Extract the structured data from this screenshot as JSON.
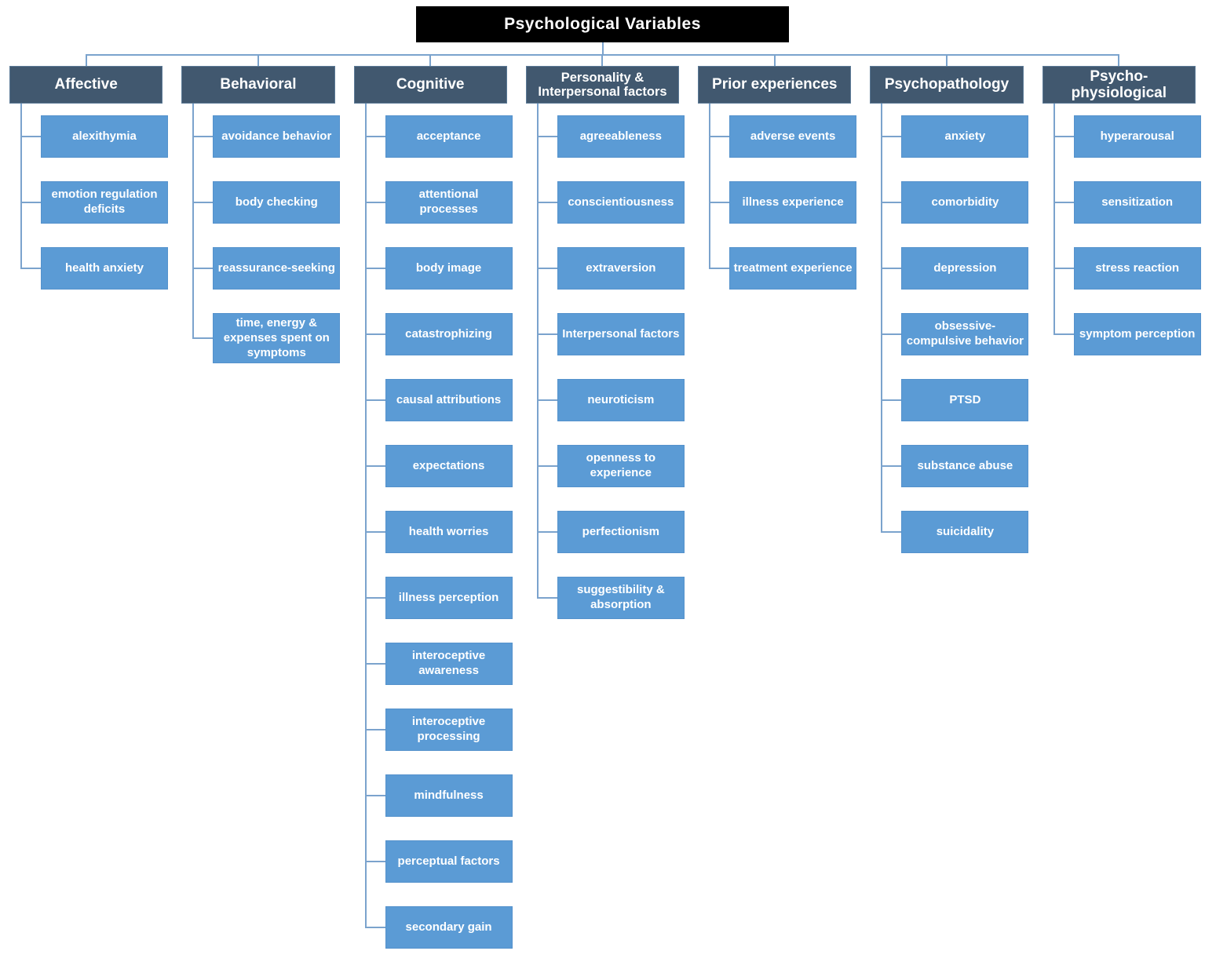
{
  "title": "Psychological Variables",
  "colors": {
    "title_bg": "#000000",
    "header_bg": "#41586f",
    "header_border": "#5c7a96",
    "item_bg": "#5b9bd5",
    "item_border": "#5592cc",
    "connector": "#7ba3cd",
    "text": "#ffffff"
  },
  "chart_type": "tree-diagram",
  "columns": [
    {
      "label": "Affective",
      "items": [
        "alexithymia",
        "emotion regulation deficits",
        "health anxiety"
      ]
    },
    {
      "label": "Behavioral",
      "items": [
        "avoidance behavior",
        "body checking",
        "reassurance-seeking",
        "time, energy & expenses spent on symptoms"
      ]
    },
    {
      "label": "Cognitive",
      "items": [
        "acceptance",
        "attentional processes",
        "body image",
        "catastrophizing",
        "causal attributions",
        "expectations",
        "health worries",
        "illness perception",
        "interoceptive awareness",
        "interoceptive processing",
        "mindfulness",
        "perceptual factors",
        "secondary gain"
      ]
    },
    {
      "label": "Personality & Interpersonal factors",
      "items": [
        "agreeableness",
        "conscientiousness",
        "extraversion",
        "Interpersonal factors",
        "neuroticism",
        "openness to experience",
        "perfectionism",
        "suggestibility & absorption"
      ]
    },
    {
      "label": "Prior experiences",
      "items": [
        "adverse events",
        "illness experience",
        "treatment experience"
      ]
    },
    {
      "label": "Psychopathology",
      "items": [
        "anxiety",
        "comorbidity",
        "depression",
        "obsessive-compulsive behavior",
        "PTSD",
        "substance abuse",
        "suicidality"
      ]
    },
    {
      "label": "Psycho-physiological",
      "items": [
        "hyperarousal",
        "sensitization",
        "stress reaction",
        "symptom perception"
      ]
    }
  ]
}
